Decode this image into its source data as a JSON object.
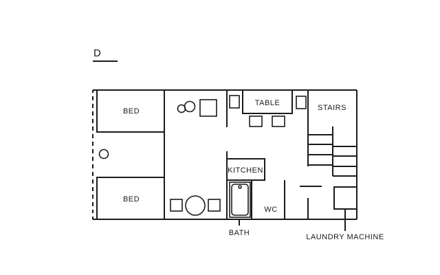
{
  "plan": {
    "title": "D",
    "labels": {
      "bed_top": "BED",
      "bed_bottom": "BED",
      "table": "TABLE",
      "stairs": "STAIRS",
      "kitchen": "KITCHEN",
      "wc": "WC",
      "bath": "BATH",
      "laundry": "LAUNDRY MACHINE"
    }
  }
}
